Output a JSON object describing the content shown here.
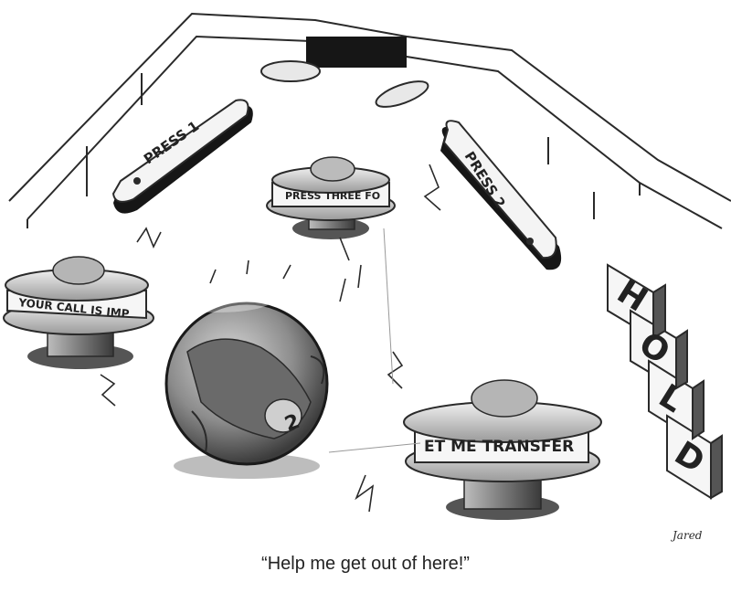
{
  "flipper_left_label": "PRESS 1",
  "flipper_right_label": "PRESS 2",
  "bumper_top_label": "PRESS THREE FO",
  "bumper_left_label": "YOUR CALL IS IMP",
  "bumper_right_label": "ET ME TRANSFER",
  "ball_number": "2",
  "hold_letters": [
    "H",
    "O",
    "L",
    "D"
  ],
  "signature": "Jared",
  "caption": "“Help me get out of here!”",
  "colors": {
    "ink": "#2a2a2a",
    "shade": "#8a8a8a",
    "light": "#e6e6e6",
    "dark": "#1a1a1a"
  }
}
